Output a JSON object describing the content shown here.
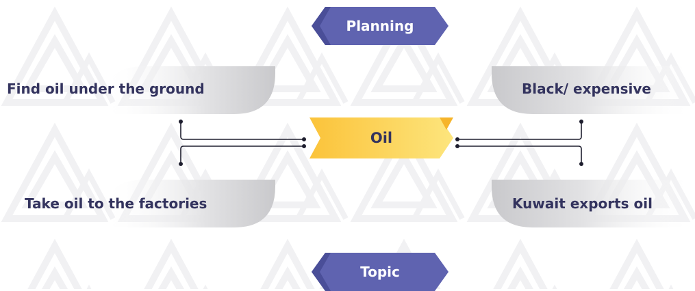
{
  "diagram": {
    "top_banner": "Planning",
    "bottom_banner": "Topic",
    "center": "Oil",
    "left_items": [
      "Find oil under the ground",
      "Take oil to the factories"
    ],
    "right_items": [
      "Black/ expensive",
      "Kuwait exports oil"
    ]
  },
  "colors": {
    "banner": "#5f63b0",
    "center_gradient_start": "#fbc33a",
    "center_gradient_end": "#fde57d",
    "pill_gray": "#cfcfd1",
    "text": "#33335e",
    "connector": "#1e1e2e"
  }
}
